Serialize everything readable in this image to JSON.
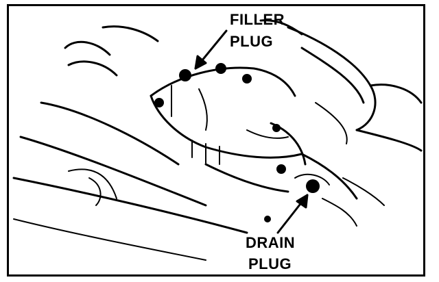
{
  "labels": {
    "filler_line1": "FILLER",
    "filler_line2": "PLUG",
    "drain_line1": "DRAIN",
    "drain_line2": "PLUG"
  },
  "colors": {
    "ink": "#000000",
    "paper": "#ffffff"
  }
}
